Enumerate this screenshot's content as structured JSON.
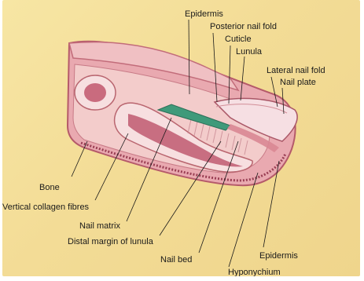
{
  "labels": {
    "epidermis_top": "Epidermis",
    "posterior_nail_fold": "Posterior nail fold",
    "cuticle": "Cuticle",
    "lunula": "Lunula",
    "lateral_nail_fold": "Lateral nail fold",
    "nail_plate": "Nail plate",
    "bone": "Bone",
    "vertical_collagen_fibres": "Vertical collagen fibres",
    "nail_matrix": "Nail matrix",
    "distal_margin_of_lunula": "Distal margin of lunula",
    "nail_bed": "Nail bed",
    "epidermis_bottom": "Epidermis",
    "hyponychium": "Hyponychium"
  },
  "colors": {
    "background": "#f3dc96",
    "skin": "#e9a9b0",
    "dermis": "#f2c9c6",
    "bone_spots": "#8b2f45",
    "nail_matrix": "#3f9a7a",
    "nail_plate": "#f6dfe3"
  }
}
